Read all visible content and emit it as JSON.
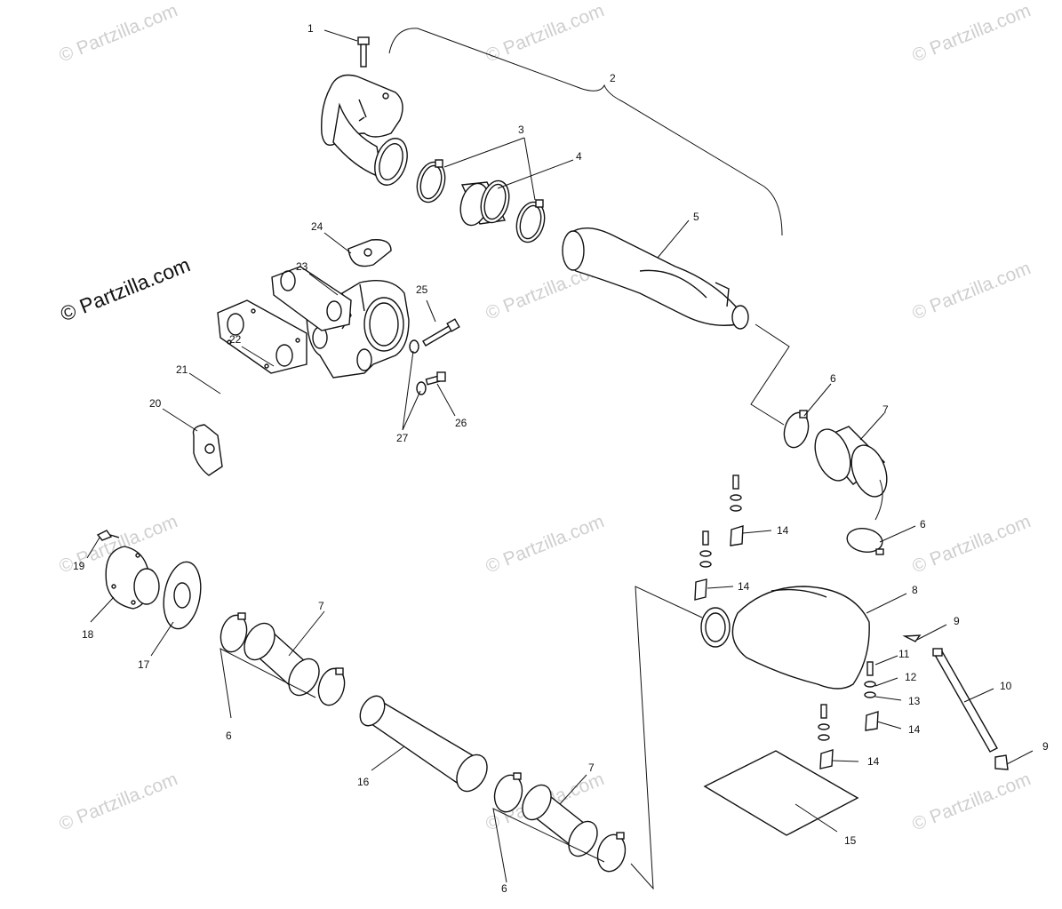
{
  "logo": {
    "text": "© Partzilla.com"
  },
  "watermark": {
    "text": "© Partzilla.com"
  },
  "callouts": [
    "1",
    "2",
    "3",
    "4",
    "5",
    "6",
    "6",
    "7",
    "6",
    "7",
    "8",
    "9",
    "10",
    "11",
    "12",
    "13",
    "14",
    "14",
    "14",
    "14",
    "15",
    "16",
    "7",
    "6",
    "17",
    "18",
    "19",
    "20",
    "21",
    "22",
    "23",
    "24",
    "25",
    "26",
    "27"
  ]
}
